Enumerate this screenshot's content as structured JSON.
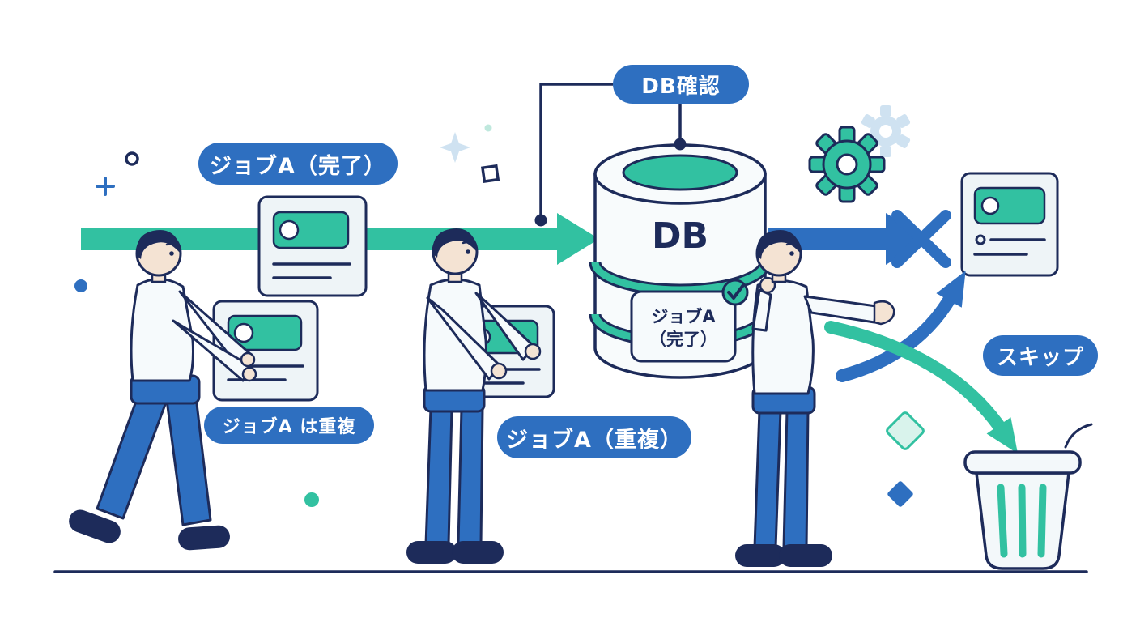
{
  "figure": {
    "type": "illustration-diagram",
    "description": "Job deduplication / idempotency flow illustration with database check",
    "labels": {
      "job_a_completed": "ジョブA（完了）",
      "db_check": "DB確認",
      "db": "DB",
      "db_record_line1": "ジョブA",
      "db_record_line2": "（完了）",
      "job_a_is_duplicate": "ジョブA は重複",
      "job_a_duplicate": "ジョブA（重複）",
      "skip": "スキップ"
    },
    "icons": [
      "database-icon",
      "gear-icon",
      "check-circle-icon",
      "x-mark-icon",
      "trash-can-icon",
      "document-card-icon",
      "flow-arrow-icon",
      "curved-arrow-icon"
    ],
    "colors": {
      "accent_blue": "#2e6fc0",
      "accent_teal": "#32c1a1",
      "outline_navy": "#1d2b5a",
      "card_light": "#eef4f7",
      "background": "#ffffff"
    }
  }
}
